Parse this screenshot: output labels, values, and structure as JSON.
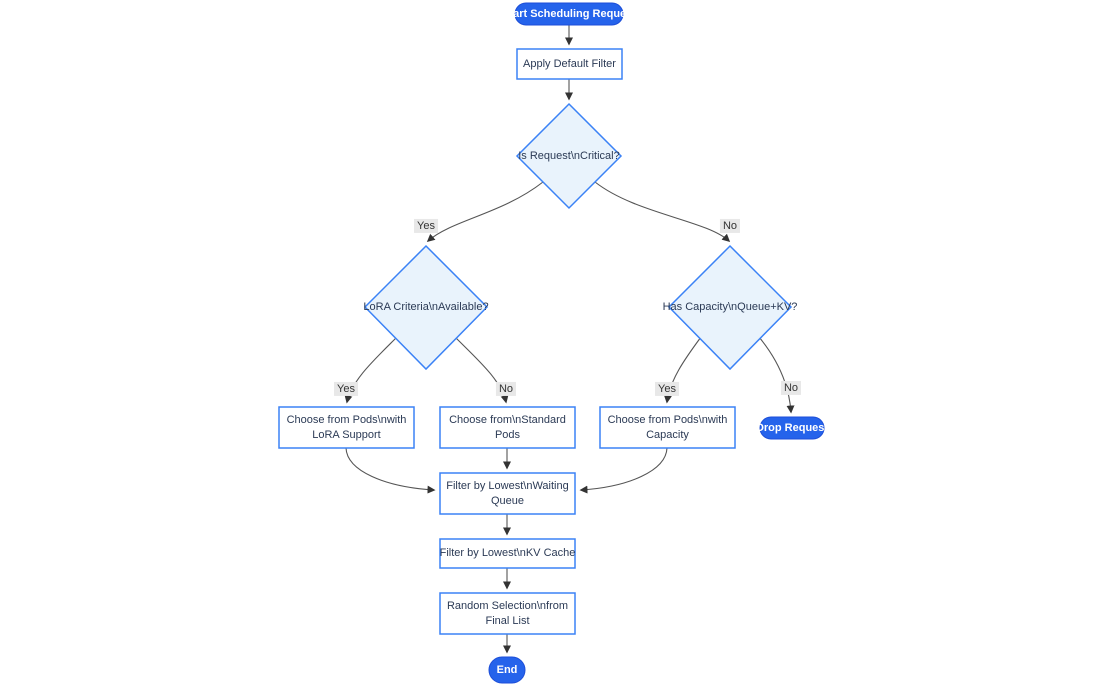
{
  "diagram": {
    "nodes": {
      "start": "Start Scheduling Request",
      "apply_filter": "Apply Default Filter",
      "is_critical": "Is Request\\nCritical?",
      "lora_criteria": "LoRA Criteria\\nAvailable?",
      "has_capacity": "Has Capacity\\nQueue+KV?",
      "choose_lora_pods": "Choose from Pods\\nwith LoRA Support",
      "choose_standard_pods": "Choose from\\nStandard Pods",
      "choose_capacity_pods": "Choose from Pods\\nwith Capacity",
      "drop_request": "Drop Request",
      "filter_waiting_queue": "Filter by Lowest\\nWaiting Queue",
      "filter_kv_cache": "Filter by Lowest\\nKV Cache",
      "random_selection": "Random Selection\\nfrom Final List",
      "end": "End"
    },
    "edge_labels": {
      "critical_yes": "Yes",
      "critical_no": "No",
      "lora_yes": "Yes",
      "lora_no": "No",
      "capacity_yes": "Yes",
      "capacity_no": "No"
    },
    "colors": {
      "pill_fill": "#2563eb",
      "node_border": "#3b82f6",
      "diamond_fill": "#e9f3fc",
      "edge_stroke": "#555555",
      "edge_label_bg": "#e8e8e8",
      "node_text": "#2b3a55"
    }
  }
}
